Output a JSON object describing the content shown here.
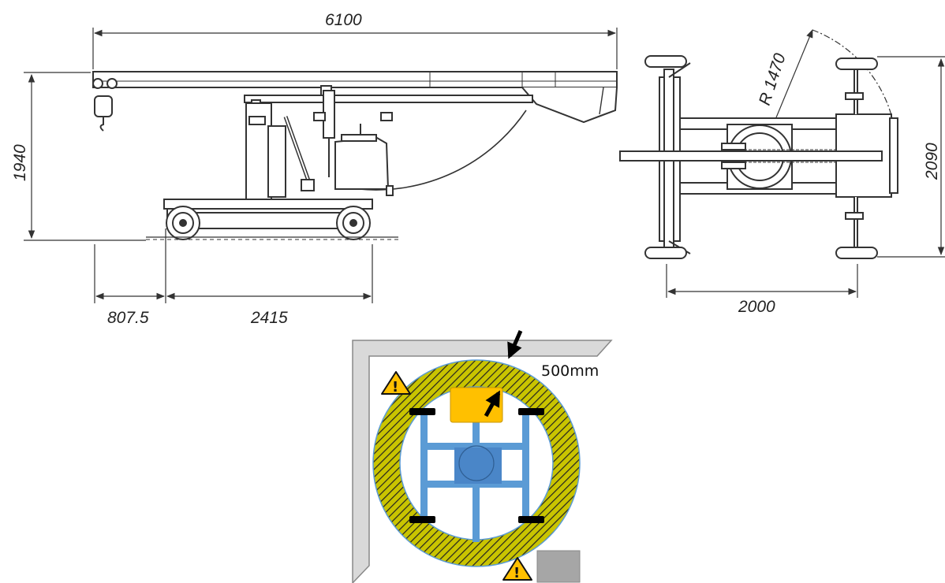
{
  "dimensions": {
    "total_length": "6100",
    "height": "1940",
    "front_overhang": "807.5",
    "wheelbase": "2415",
    "radius": "R 1470",
    "track_width": "2000",
    "outrigger_span": "2090"
  },
  "clearance_label": "500mm",
  "warning_mark": "!",
  "colors": {
    "line": "#333333",
    "frame_blue": "#5b9bd5",
    "counterweight_blue": "#4a86c8",
    "zone_yellow": "#c9c400",
    "zone_hatch": "#222222",
    "outline_ring": "#5b9bd5",
    "boom_orange": "#ffc000",
    "wall_grey": "#d9d9d9",
    "box_grey": "#a6a6a6",
    "warning_yellow": "#ffc000"
  },
  "icons": {
    "warning": "warning-triangle-icon",
    "arrow": "arrow-icon"
  }
}
